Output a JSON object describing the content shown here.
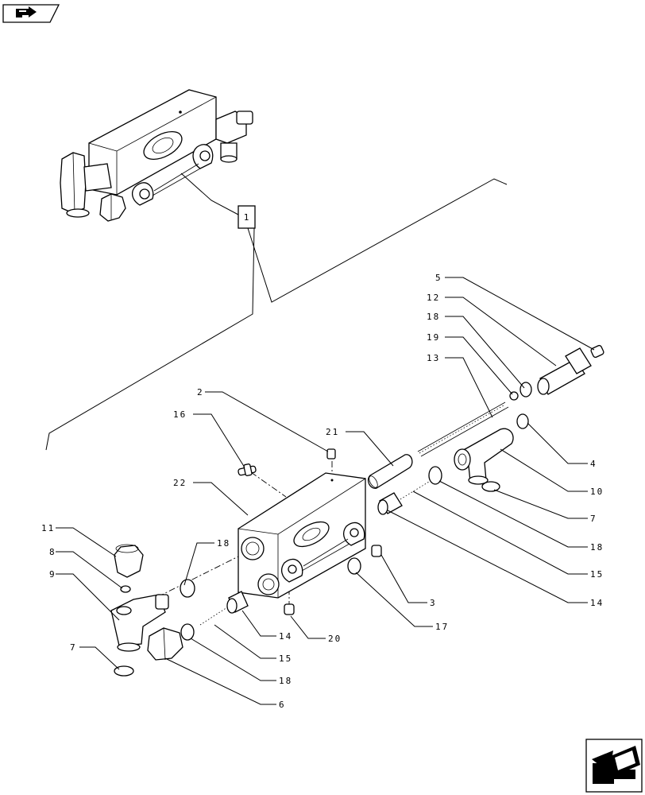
{
  "nav": {
    "top_icon": "arrow-bookmark-icon",
    "bottom_icon": "arrow-next-icon"
  },
  "reference_box": {
    "label": "1"
  },
  "callouts": [
    {
      "id": "callout-5",
      "label": "5"
    },
    {
      "id": "callout-12",
      "label": "12"
    },
    {
      "id": "callout-18-a",
      "label": "18"
    },
    {
      "id": "callout-19",
      "label": "19"
    },
    {
      "id": "callout-13",
      "label": "13"
    },
    {
      "id": "callout-4",
      "label": "4"
    },
    {
      "id": "callout-10",
      "label": "10"
    },
    {
      "id": "callout-7-a",
      "label": "7"
    },
    {
      "id": "callout-18-b",
      "label": "18"
    },
    {
      "id": "callout-15-a",
      "label": "15"
    },
    {
      "id": "callout-14-a",
      "label": "14"
    },
    {
      "id": "callout-3",
      "label": "3"
    },
    {
      "id": "callout-17",
      "label": "17"
    },
    {
      "id": "callout-20",
      "label": "20"
    },
    {
      "id": "callout-14-b",
      "label": "14"
    },
    {
      "id": "callout-15-b",
      "label": "15"
    },
    {
      "id": "callout-18-c",
      "label": "18"
    },
    {
      "id": "callout-6",
      "label": "6"
    },
    {
      "id": "callout-7-b",
      "label": "7"
    },
    {
      "id": "callout-9",
      "label": "9"
    },
    {
      "id": "callout-8",
      "label": "8"
    },
    {
      "id": "callout-11",
      "label": "11"
    },
    {
      "id": "callout-18-d",
      "label": "18"
    },
    {
      "id": "callout-22",
      "label": "22"
    },
    {
      "id": "callout-16",
      "label": "16"
    },
    {
      "id": "callout-2",
      "label": "2"
    },
    {
      "id": "callout-21",
      "label": "21"
    }
  ]
}
